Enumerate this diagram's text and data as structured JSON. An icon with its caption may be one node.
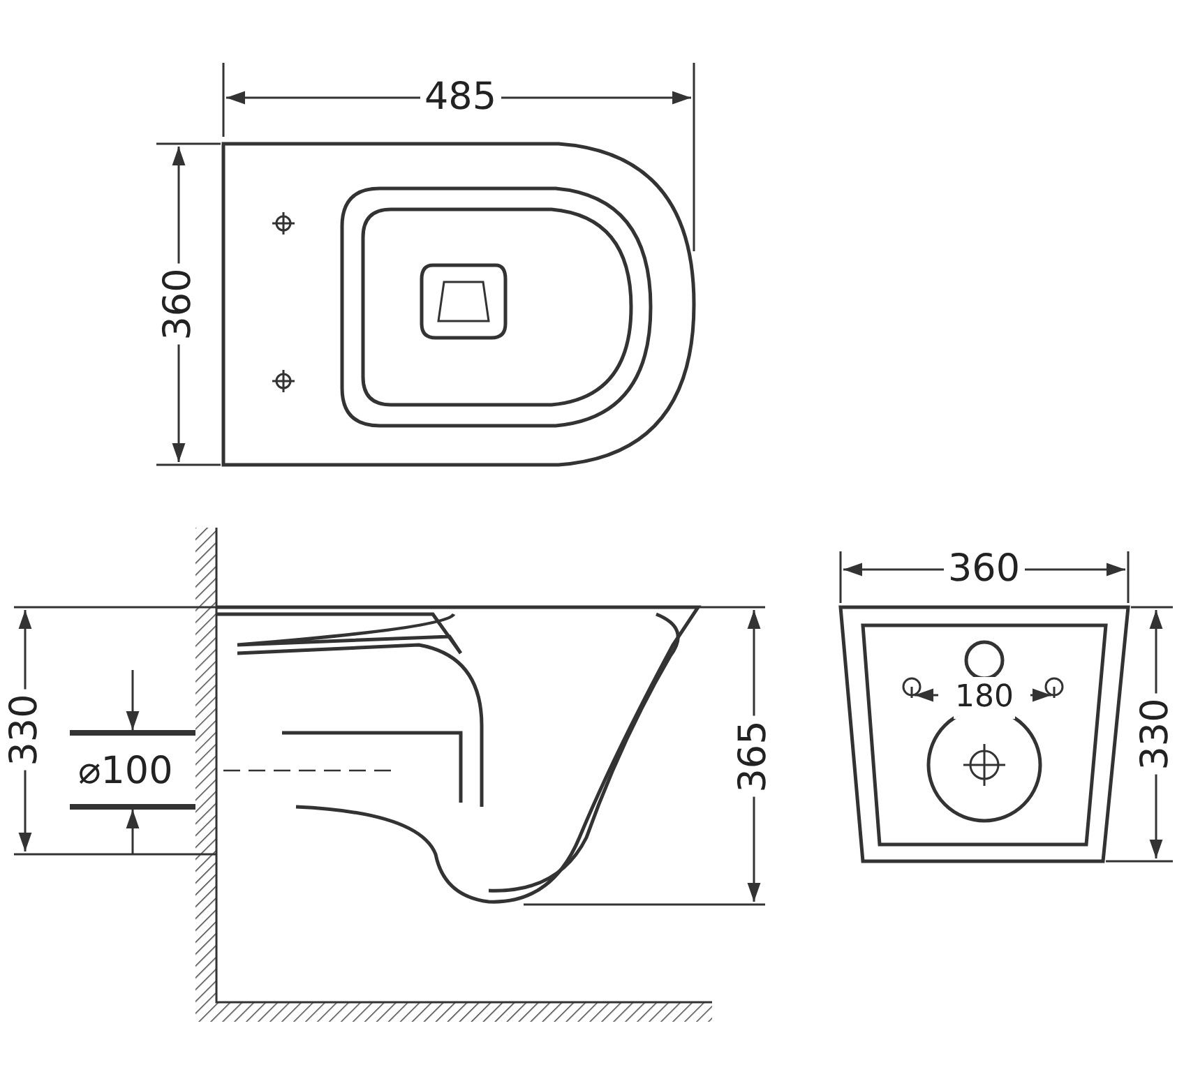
{
  "diagram": {
    "labels": [
      "485",
      "360",
      "330",
      "⌀100",
      "365",
      "360",
      "180",
      "330"
    ]
  }
}
